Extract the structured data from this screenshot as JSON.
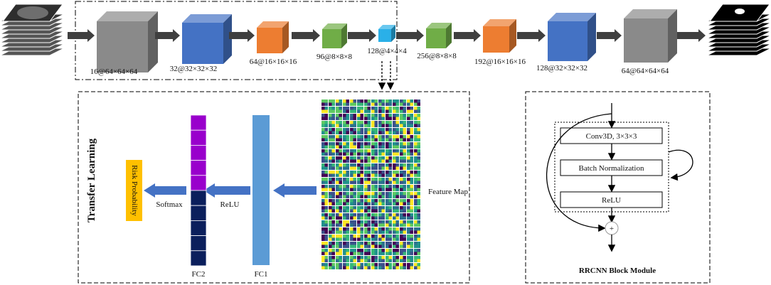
{
  "encoder_decoder": {
    "blocks": [
      {
        "label": "16@64×64×64",
        "color": "#8a8a8a"
      },
      {
        "label": "32@32×32×32",
        "color": "#4472c4"
      },
      {
        "label": "64@16×16×16",
        "color": "#ed7d31"
      },
      {
        "label": "96@8×8×8",
        "color": "#70ad47"
      },
      {
        "label": "128@4×4×4",
        "color": "#2ab0e8"
      },
      {
        "label": "256@8×8×8",
        "color": "#70ad47"
      },
      {
        "label": "192@16×16×16",
        "color": "#ed7d31"
      },
      {
        "label": "128@32×32×32",
        "color": "#4472c4"
      },
      {
        "label": "64@64×64×64",
        "color": "#8a8a8a"
      }
    ]
  },
  "transfer": {
    "title": "Transfer Learning",
    "risk_label": "Risk Probability",
    "softmax": "Softmax",
    "relu": "ReLU",
    "fc2": "FC2",
    "fc1": "FC1",
    "feature_map": "Feature Map"
  },
  "rrcnn": {
    "conv": "Conv3D, 3×3×3",
    "bn": "Batch Normalization",
    "relu": "ReLU",
    "plus": "+",
    "title": "RRCNN Block Module"
  },
  "colors": {
    "arrow": "#3f3f3f",
    "fc2_top": "#9900cc",
    "fc2_bottom": "#0b1f5c",
    "fc1": "#5b9bd5",
    "risk": "#ffc000",
    "blue_arrow": "#4472c4"
  }
}
